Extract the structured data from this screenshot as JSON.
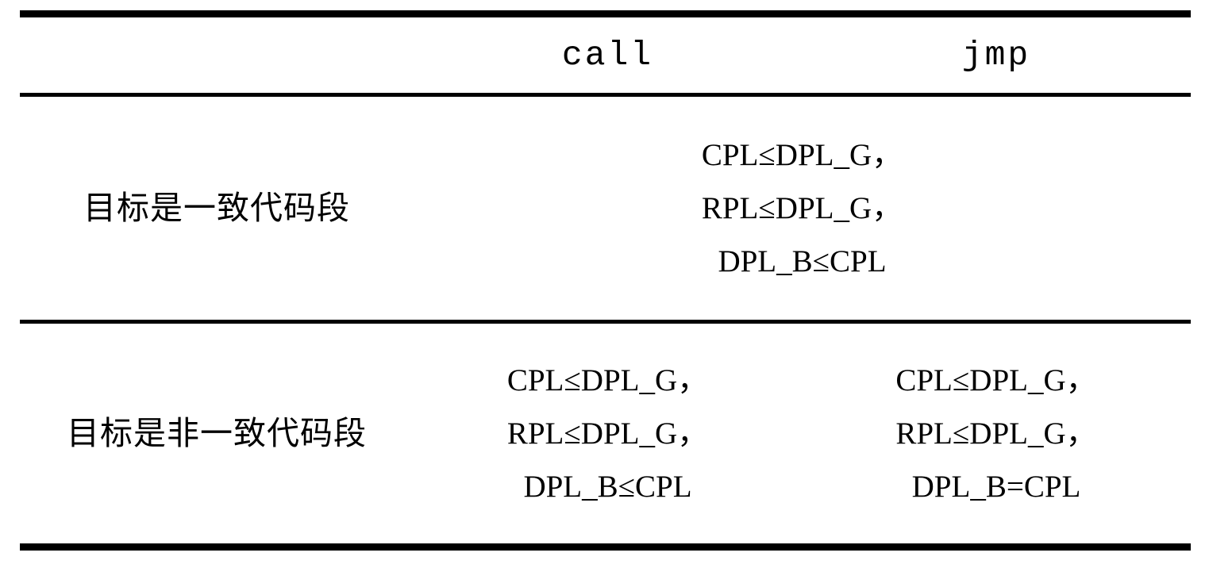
{
  "table": {
    "columns": [
      {
        "id": "label",
        "header": ""
      },
      {
        "id": "call",
        "header": "call"
      },
      {
        "id": "jmp",
        "header": "jmp"
      }
    ],
    "rows": [
      {
        "id": "conforming",
        "label": "目标是一致代码段",
        "merged": true,
        "merged_lines": [
          "CPL≤DPL_G，",
          "RPL≤DPL_G，",
          "DPL_B≤CPL"
        ]
      },
      {
        "id": "nonconforming",
        "label": "目标是非一致代码段",
        "merged": false,
        "call_lines": [
          "CPL≤DPL_G，",
          "RPL≤DPL_G，",
          "DPL_B≤CPL"
        ],
        "jmp_lines": [
          "CPL≤DPL_G，",
          "RPL≤DPL_G，",
          "DPL_B=CPL"
        ]
      }
    ]
  },
  "style": {
    "rule_color": "#000000",
    "background": "#ffffff",
    "text_color": "#000000"
  }
}
